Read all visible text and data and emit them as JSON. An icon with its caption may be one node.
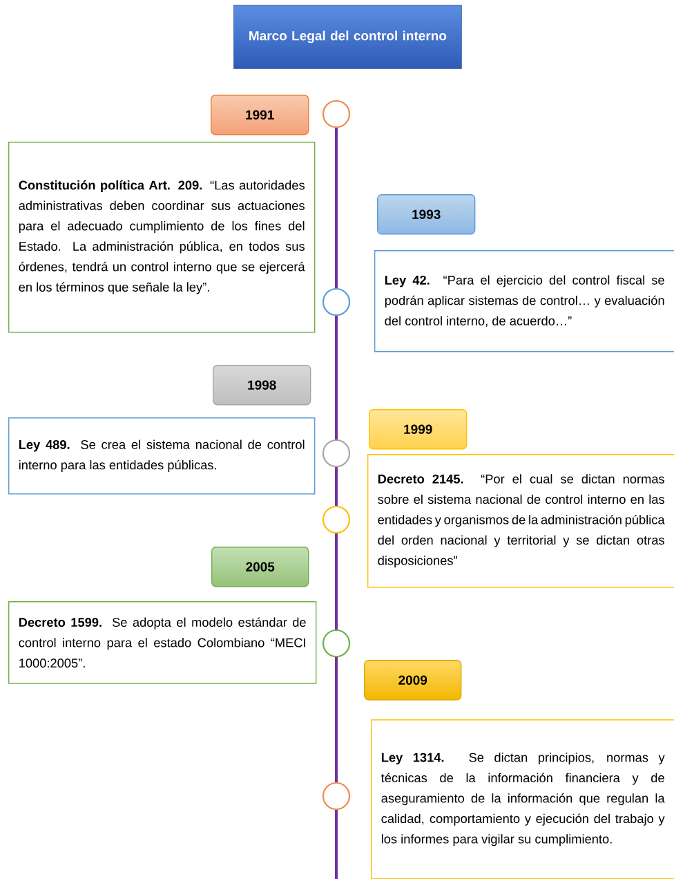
{
  "diagram": {
    "nodes": [
      {
        "text": [
          "Marco Legal del control interno"
        ]
      },
      {
        "text": [
          "1991"
        ]
      },
      {
        "text": [],
        "shape": "circle"
      },
      {
        "text": [
          "**Constitución política Art. 209.** “Las autoridades administrativas deben coordinar sus actuaciones para el adecuado cumplimiento de los fines del Estado. La administración pública, en todos sus órdenes, tendrá un control interno que se ejercerá en los términos que señale la ley”."
        ]
      },
      {
        "text": [
          "1993"
        ]
      },
      {
        "text": [
          "**Ley 42.** “Para el ejercicio del control fiscal se podrán aplicar sistemas de control… y evaluación del control interno, de acuerdo…”"
        ]
      },
      {
        "text": [],
        "shape": "circle"
      },
      {
        "text": [
          "1998"
        ]
      },
      {
        "text": [
          "**Ley 489.** Se crea el sistema nacional de control interno para las entidades públicas."
        ]
      },
      {
        "text": [
          "1999"
        ]
      },
      {
        "text": [],
        "shape": "circle"
      },
      {
        "text": [
          "**Decreto 2145.** “Por el cual se dictan normas sobre el sistema nacional de control interno en las entidades y organismos de la administración pública del orden nacional y territorial y se dictan otras disposiciones”"
        ]
      },
      {
        "text": [],
        "shape": "circle"
      },
      {
        "text": [
          "2005"
        ]
      },
      {
        "text": [
          "**Decreto 1599.** Se adopta el modelo estándar de control interno para el estado Colombiano “MECI 1000:2005”."
        ]
      },
      {
        "text": [],
        "shape": "circle"
      },
      {
        "text": [
          "2009"
        ]
      },
      {
        "text": [
          "**Ley 1314.** Se dictan principios, normas y técnicas de la información financiera y de aseguramiento de la información que regulan la calidad, comportamiento y ejecución del trabajo y los informes para vigilar su cumplimiento."
        ]
      },
      {
        "text": [],
        "shape": "circle"
      }
    ],
    "edges": [
      {
        "from": 2,
        "to": 6,
        "arrow": "none"
      },
      {
        "from": 6,
        "to": 10,
        "arrow": "none"
      },
      {
        "from": 10,
        "to": 12,
        "arrow": "none"
      },
      {
        "from": 12,
        "to": 15,
        "arrow": "none"
      },
      {
        "from": 15,
        "to": 18,
        "arrow": "none"
      },
      {
        "from": 18,
        "to": null,
        "arrow": "none"
      }
    ]
  }
}
